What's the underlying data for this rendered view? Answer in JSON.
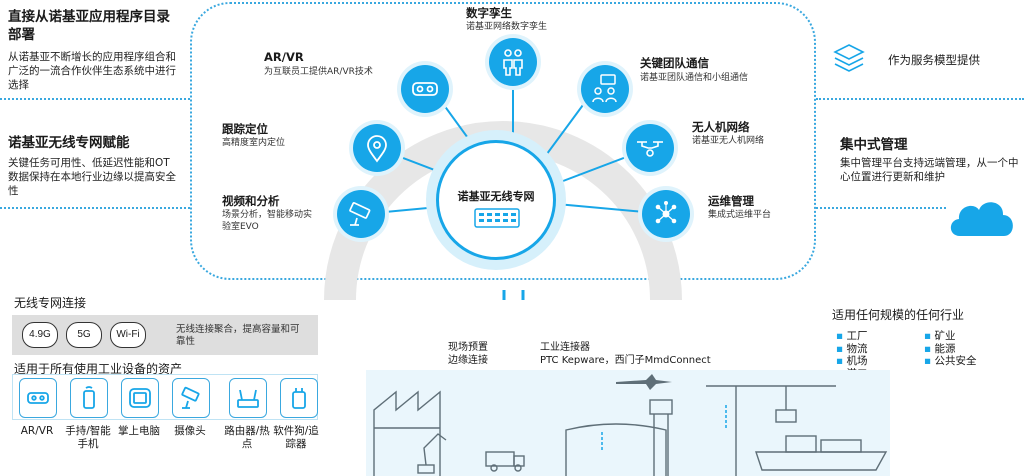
{
  "left": {
    "deploy_title": "直接从诺基亚应用程序目录部署",
    "deploy_body": "从诺基亚不断增长的应用程序组合和广泛的一流合作伙伴生态系统中进行选择",
    "enable_title": "诺基亚无线专网赋能",
    "enable_body": "关键任务可用性、低延迟性能和OT数据保持在本地行业边缘以提高安全性"
  },
  "hub": {
    "title": "诺基亚无线专网"
  },
  "features": {
    "twin_title": "数字孪生",
    "twin_sub": "诺基亚网络数字孪生",
    "arvr_title": "AR/VR",
    "arvr_sub": "为互联员工提供AR/VR技术",
    "team_title": "关键团队通信",
    "team_sub": "诺基亚团队通信和小组通信",
    "track_title": "跟踪定位",
    "track_sub": "高精度室内定位",
    "drone_title": "无人机网络",
    "drone_sub": "诺基亚无人机网络",
    "video_title": "视频和分析",
    "video_sub": "场景分析，智能移动实验室EVO",
    "ops_title": "运维管理",
    "ops_sub": "集成式运维平台"
  },
  "right": {
    "service": "作为服务模型提供",
    "central_title": "集中式管理",
    "central_body": "集中管理平台支持远端管理，从一个中心位置进行更新和维护"
  },
  "connectivity": {
    "title": "无线专网连接",
    "chips": [
      "4.9G",
      "5G",
      "Wi-Fi"
    ],
    "desc": "无线连接聚合，提高容量和可靠性"
  },
  "assets": {
    "title": "适用于所有使用工业设备的资产",
    "items": [
      "AR/VR",
      "手持/智能手机",
      "掌上电脑",
      "摄像头",
      "路由器/热点",
      "软件狗/追踪器"
    ]
  },
  "bottom": {
    "edge_label": "现场预置边缘连接",
    "connector_label": "工业连接器",
    "connector_name": "PTC Kepware，西门子MmdConnect",
    "industries_title": "适用任何规模的任何行业",
    "industries_left": [
      "工厂",
      "物流",
      "机场",
      "港口"
    ],
    "industries_right": [
      "矿业",
      "能源",
      "公共安全"
    ]
  },
  "colors": {
    "accent": "#17a6e8",
    "dotted": "#3aa8df",
    "hub_ring": "#bfe8f8"
  }
}
